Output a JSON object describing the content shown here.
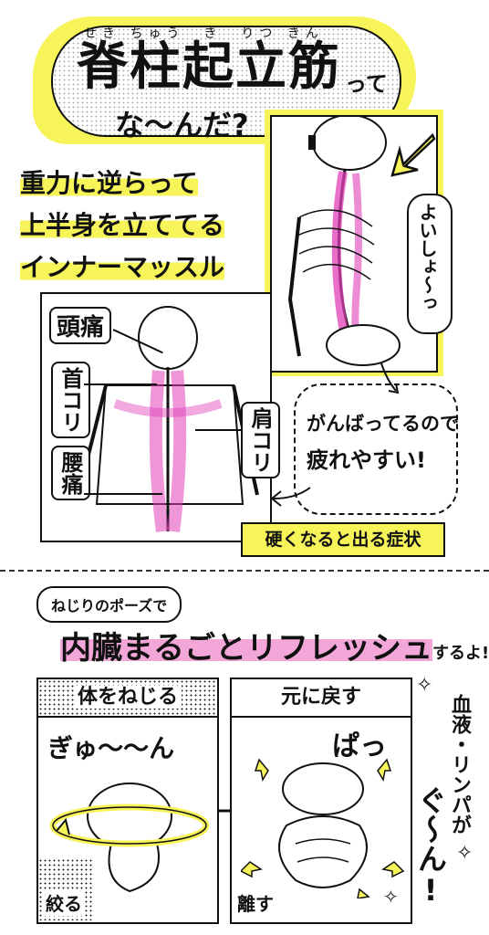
{
  "title": {
    "furigana": "せき ちゅう  き  りつ きん",
    "main": "脊柱起立筋",
    "suffix": "って",
    "line2": "な〜んだ?"
  },
  "definition": [
    "重力に逆らって",
    "上半身を立ててる",
    "インナーマッスル"
  ],
  "callout_lift": "よいしょ〜っ",
  "symptoms": {
    "head": "頭痛",
    "neck": "首コリ",
    "shoulder": "肩コリ",
    "waist": "腰痛",
    "label": "硬くなると出る症状"
  },
  "fatigue": [
    "がんばってるので",
    "疲れやすい!"
  ],
  "twist": {
    "intro": "ねじりのポーズで",
    "headline": "内臓まるごとリフレッシュ",
    "headline_suffix": "するよ!"
  },
  "panel_left": {
    "header": "体をねじる",
    "sfx": "ぎゅ〜〜ん",
    "footer": "絞る"
  },
  "panel_right": {
    "header": "元に戻す",
    "sfx": "ぱっ",
    "footer": "離す"
  },
  "side_note": [
    "血液・リンパが",
    "ぐ〜ん!"
  ],
  "colors": {
    "yellow": "#f7f45a",
    "pink": "#e040b8",
    "light_pink": "#f2a7d8"
  }
}
